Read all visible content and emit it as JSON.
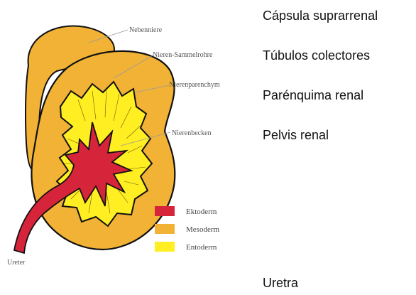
{
  "diagram": {
    "german_labels": {
      "nebenniere": "Nebenniere",
      "sammelrohre": "Nieren-Sammelrohre",
      "parenchym": "Nierenparenchym",
      "becken": "Nierenbecken",
      "ureter": "Ureter"
    },
    "legend": [
      {
        "label": "Ektoderm",
        "color": "#d6243a"
      },
      {
        "label": "Mesoderm",
        "color": "#f2b236"
      },
      {
        "label": "Entoderm",
        "color": "#ffee22"
      }
    ]
  },
  "spanish_labels": {
    "capsula": "Cápsula suprarrenal",
    "tubulos": "Túbulos colectores",
    "parenquima": "Parénquima renal",
    "pelvis": "Pelvis renal",
    "uretra": "Uretra"
  }
}
